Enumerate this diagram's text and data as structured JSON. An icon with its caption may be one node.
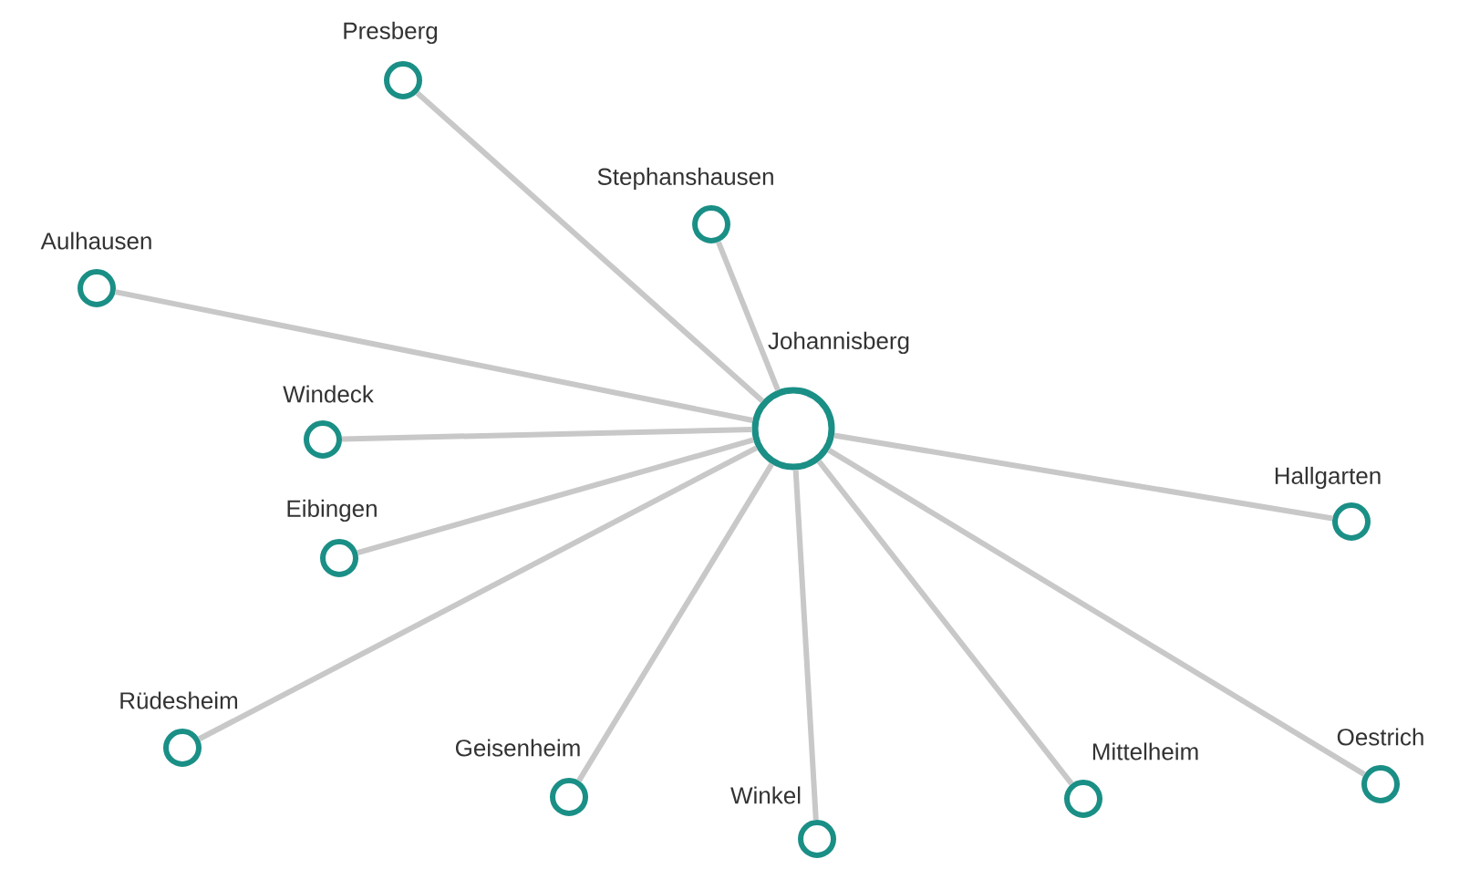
{
  "diagram": {
    "nodes": [
      {
        "text": [
          "Johannisberg"
        ]
      },
      {
        "text": [
          "Presberg"
        ]
      },
      {
        "text": [
          "Stephanshausen"
        ]
      },
      {
        "text": [
          "Aulhausen"
        ]
      },
      {
        "text": [
          "Windeck"
        ]
      },
      {
        "text": [
          "Eibingen"
        ]
      },
      {
        "text": [
          "Rüdesheim"
        ]
      },
      {
        "text": [
          "Geisenheim"
        ]
      },
      {
        "text": [
          "Winkel"
        ]
      },
      {
        "text": [
          "Mittelheim"
        ]
      },
      {
        "text": [
          "Oestrich"
        ]
      },
      {
        "text": [
          "Hallgarten"
        ]
      }
    ],
    "edges": [
      {
        "from": 0,
        "to": 1,
        "arrow": "none"
      },
      {
        "from": 0,
        "to": 2,
        "arrow": "none"
      },
      {
        "from": 0,
        "to": 3,
        "arrow": "none"
      },
      {
        "from": 0,
        "to": 4,
        "arrow": "none"
      },
      {
        "from": 0,
        "to": 5,
        "arrow": "none"
      },
      {
        "from": 0,
        "to": 6,
        "arrow": "none"
      },
      {
        "from": 0,
        "to": 7,
        "arrow": "none"
      },
      {
        "from": 0,
        "to": 8,
        "arrow": "none"
      },
      {
        "from": 0,
        "to": 9,
        "arrow": "none"
      },
      {
        "from": 0,
        "to": 10,
        "arrow": "none"
      },
      {
        "from": 0,
        "to": 11,
        "arrow": "none"
      }
    ]
  }
}
